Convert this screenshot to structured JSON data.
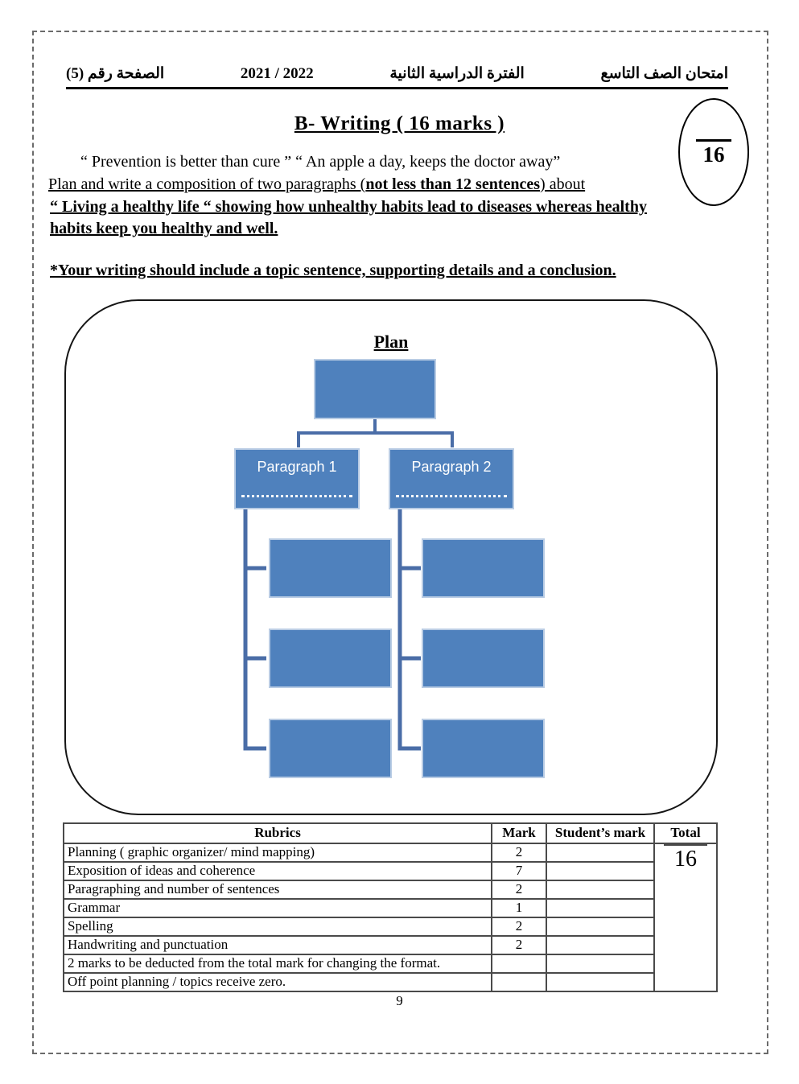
{
  "header": {
    "exam_title_ar": "امتحان الصف التاسع",
    "term_ar": "الفترة الدراسية الثانية",
    "year": "2022 / 2021",
    "page_label_ar": "الصفحة رقم (5)"
  },
  "title": "B- Writing ( 16 marks )",
  "score_oval": {
    "denominator": "16"
  },
  "prompt": {
    "quotes_line": "“ Prevention is better than cure  ” “ An apple a day, keeps the doctor away”",
    "task_pre": "Plan and write a composition of two paragraphs (",
    "task_bold": "not less than 12 sentences",
    "task_post": ") about",
    "topic_line1": " “ Living a healthy life “ showing how unhealthy habits lead to diseases whereas healthy",
    "topic_line2": "habits keep you healthy and well.",
    "note": "*Your writing should include a topic sentence, supporting details and a conclusion."
  },
  "plan": {
    "title": "Plan",
    "paragraph1_label": "Paragraph 1",
    "paragraph2_label": "Paragraph 2",
    "colors": {
      "box_fill": "#4F81BD",
      "box_border": "#B9CCE4",
      "connector": "#4A6DA7"
    }
  },
  "rubrics_table": {
    "headers": [
      "Rubrics",
      "Mark",
      "Student’s mark",
      "Total"
    ],
    "rows": [
      {
        "label": "Planning ( graphic organizer/ mind mapping)",
        "mark": "2"
      },
      {
        "label": "Exposition of ideas and coherence",
        "mark": "7"
      },
      {
        "label": "Paragraphing and number of sentences",
        "mark": "2"
      },
      {
        "label": "Grammar",
        "mark": "1"
      },
      {
        "label": "Spelling",
        "mark": "2"
      },
      {
        "label": "Handwriting and punctuation",
        "mark": "2"
      },
      {
        "label": "2 marks to be deducted from the total mark for changing the format.",
        "mark": ""
      },
      {
        "label": "Off point planning / topics receive zero.",
        "mark": ""
      }
    ],
    "total": "16"
  },
  "page_number": "9"
}
